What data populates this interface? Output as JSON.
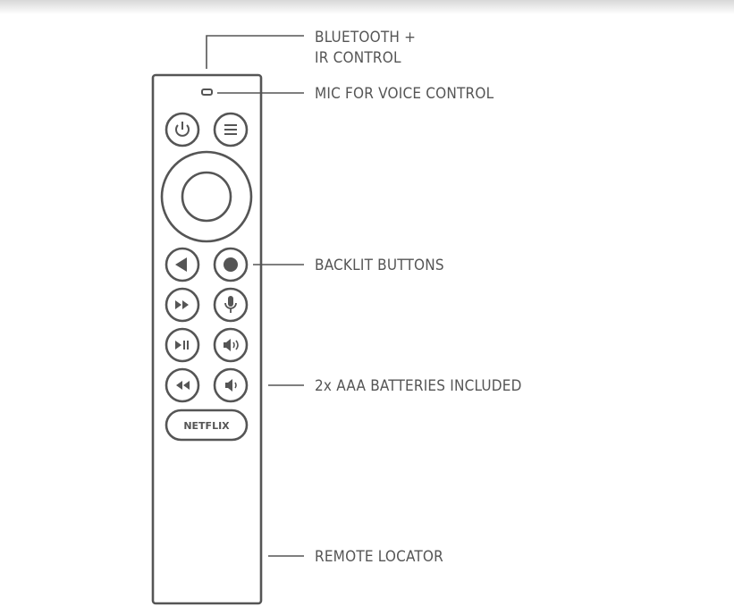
{
  "labels": {
    "bluetooth_line1": "BLUETOOTH +",
    "bluetooth_line2": "IR CONTROL",
    "mic": "MIC FOR VOICE CONTROL",
    "backlit": "BACKLIT BUTTONS",
    "batteries": "2x AAA BATTERIES INCLUDED",
    "locator": "REMOTE LOCATOR"
  },
  "remote": {
    "netflix_label": "NETFLIX",
    "buttons": [
      "power-icon",
      "menu-icon",
      "dpad",
      "back-icon",
      "home-icon",
      "fast-forward-icon",
      "microphone-icon",
      "play-pause-icon",
      "volume-up-icon",
      "rewind-icon",
      "volume-down-icon",
      "netflix-button"
    ]
  },
  "colors": {
    "line": "#555555",
    "background": "#ffffff"
  }
}
